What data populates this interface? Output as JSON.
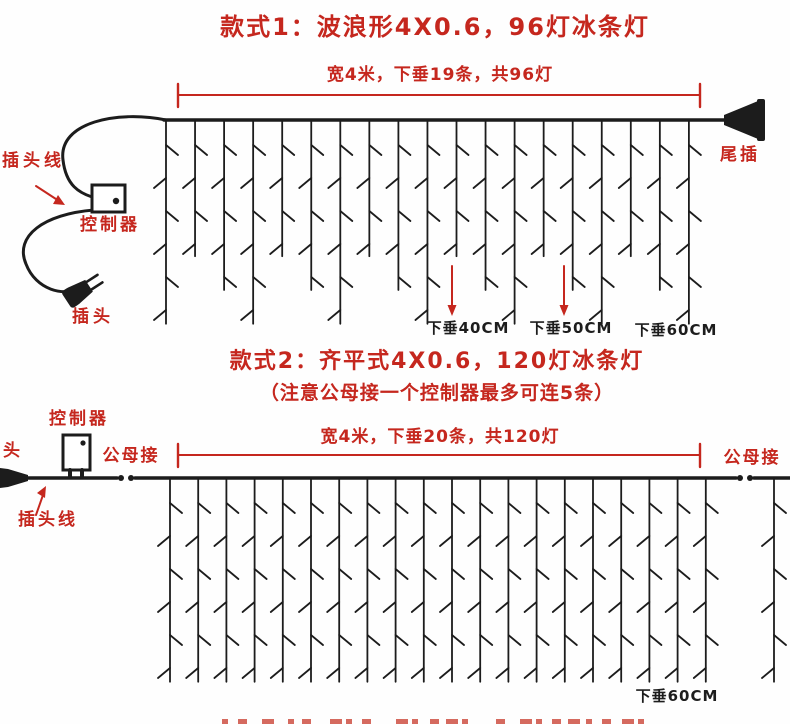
{
  "colors": {
    "red": "#c5271e",
    "line": "#1c1c1c",
    "background": "#fefefe"
  },
  "style1": {
    "title": "款式1：波浪形4X0.6，96灯冰条灯",
    "dim_label": "宽4米，下垂19条，共96灯",
    "plug_wire_label": "插头线",
    "controller_label": "控制器",
    "plug_label": "插头",
    "tail_plug_label": "尾插",
    "drop_length_labels": [
      "下垂40CM",
      "下垂50CM",
      "下垂60CM"
    ],
    "drops": {
      "count": 19,
      "pattern_cm": [
        60,
        40,
        50
      ],
      "total_lights": 96,
      "width_m": 4
    }
  },
  "style2": {
    "title": "款式2：齐平式4X0.6，120灯冰条灯",
    "subtitle": "（注意公母接一个控制器最多可连5条）",
    "dim_label": "宽4米，下垂20条，共120灯",
    "controller_label": "控制器",
    "plug_partial_label": "头",
    "plug_wire_label": "插头线",
    "connector_label_left": "公母接",
    "connector_label_right": "公母接",
    "drop_length_label": "下垂60CM",
    "drops": {
      "count": 20,
      "uniform_cm": 60,
      "extra_drops_after_connector": 1,
      "total_lights": 120,
      "width_m": 4
    }
  }
}
